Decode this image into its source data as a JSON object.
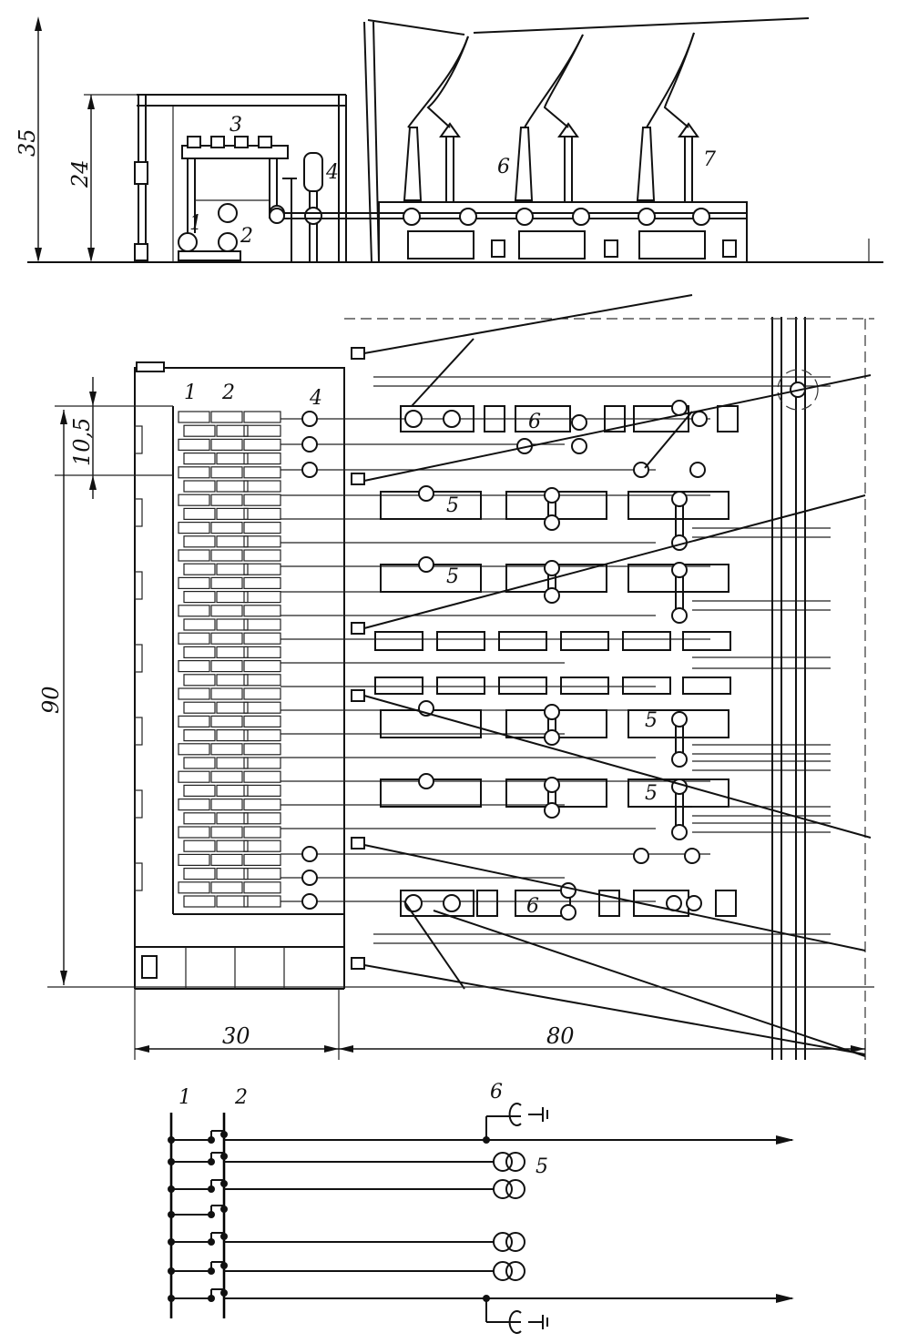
{
  "elevation": {
    "dimensions": [
      "35",
      "24"
    ],
    "labels": [
      "1",
      "2",
      "3",
      "4",
      "6",
      "7"
    ]
  },
  "plan": {
    "dimensions": [
      "10,5",
      "90",
      "30",
      "80"
    ],
    "labels": [
      "1",
      "2",
      "4",
      "5",
      "6"
    ]
  },
  "schematic": {
    "labels": [
      "1",
      "2",
      "6",
      "5"
    ]
  }
}
